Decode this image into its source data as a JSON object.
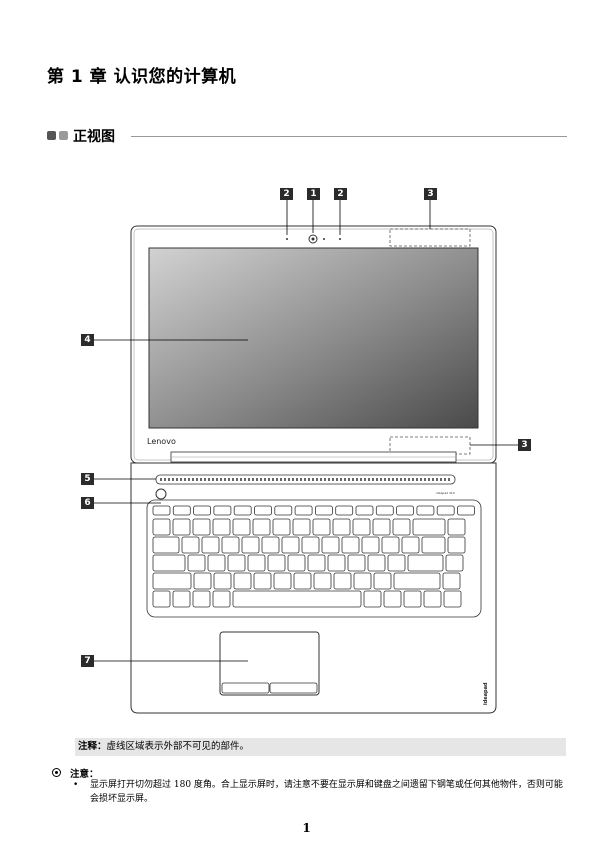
{
  "chapter": {
    "title": "第 1 章 认识您的计算机"
  },
  "section": {
    "title": "正视图"
  },
  "figure": {
    "callouts": [
      "2",
      "1",
      "2",
      "3",
      "4",
      "3",
      "5",
      "6",
      "7"
    ],
    "brand_logo": "Lenovo",
    "side_logo": "ideapad",
    "colors": {
      "screen_start": "#d2d2d2",
      "screen_end": "#4a4a4a",
      "callout_bg": "#2b2b2b"
    }
  },
  "note": {
    "label": "注释：",
    "text": "虚线区域表示外部不可见的部件。"
  },
  "attention": {
    "icon": "attention-icon",
    "title": "注意：",
    "bullet": "•",
    "text": "显示屏打开切勿超过 180 度角。合上显示屏时，请注意不要在显示屏和键盘之间遗留下钢笔或任何其他物件，否则可能会损坏显示屏。"
  },
  "page_number": "1"
}
